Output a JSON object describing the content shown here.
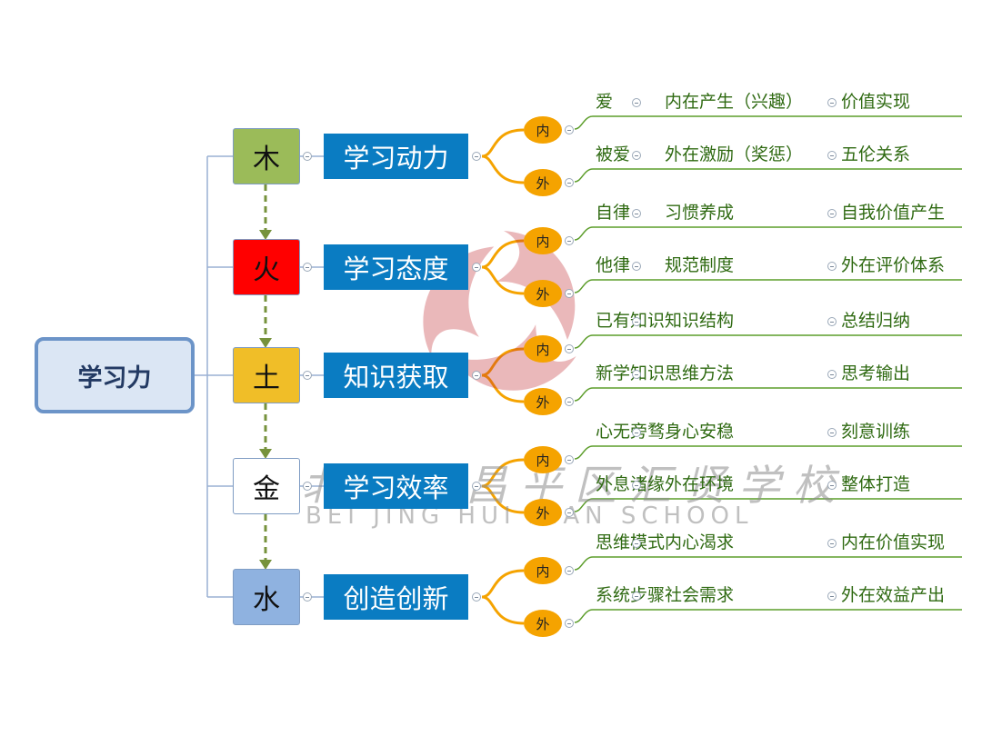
{
  "root": {
    "label": "学习力"
  },
  "rows": [
    {
      "element": "木",
      "element_color": "#9bbb59",
      "category": "学习动力",
      "inner": {
        "label": "内",
        "items": [
          "爱",
          "内在产生（兴趣）",
          "价值实现"
        ]
      },
      "outer": {
        "label": "外",
        "items": [
          "被爱",
          "外在激励（奖惩）",
          "五伦关系"
        ]
      }
    },
    {
      "element": "火",
      "element_color": "#ff0000",
      "category": "学习态度",
      "inner": {
        "label": "内",
        "items": [
          "自律",
          "习惯养成",
          "自我价值产生"
        ]
      },
      "outer": {
        "label": "外",
        "items": [
          "他律",
          "规范制度",
          "外在评价体系"
        ]
      }
    },
    {
      "element": "土",
      "element_color": "#f0be28",
      "category": "知识获取",
      "inner": {
        "label": "内",
        "items": [
          "已有知识",
          "知识结构",
          "总结归纳"
        ]
      },
      "outer": {
        "label": "外",
        "items": [
          "新学知识",
          "思维方法",
          "思考输出"
        ]
      }
    },
    {
      "element": "金",
      "element_color": "#ffffff",
      "category": "学习效率",
      "inner": {
        "label": "内",
        "items": [
          "心无旁骛",
          "身心安稳",
          "刻意训练"
        ]
      },
      "outer": {
        "label": "外",
        "items": [
          "外息诸缘",
          "外在环境",
          "整体打造"
        ]
      }
    },
    {
      "element": "水",
      "element_color": "#8fb2e0",
      "category": "创造创新",
      "inner": {
        "label": "内",
        "items": [
          "思维模式",
          "内心渴求",
          "内在价值实现"
        ]
      },
      "outer": {
        "label": "外",
        "items": [
          "系统步骤",
          "社会需求",
          "外在效益产出"
        ]
      }
    }
  ],
  "watermark": {
    "school_name": "北京市昌平区汇贤学校",
    "pinyin": "BEI JING HUI XIAN SCHOOL"
  },
  "colors": {
    "connector": "#9ab0d4",
    "flow_arrow": "#76923c",
    "badge": "#f5a300",
    "leaf_text": "#2f6a12",
    "leaf_underline": "#5c9d2a",
    "category_bg": "#0a7cc2"
  }
}
